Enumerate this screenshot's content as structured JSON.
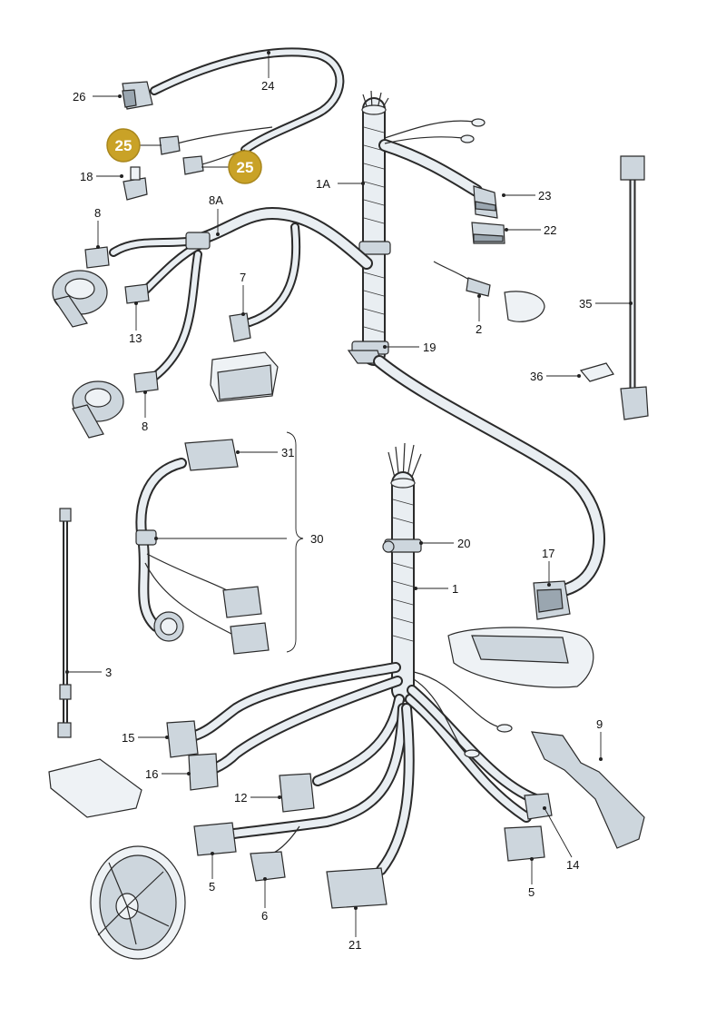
{
  "colors": {
    "highlight": "#c9a227",
    "line": "#2a2a2a",
    "part_fill": "#cdd6dd",
    "wire_fill": "#e9eef2"
  },
  "callouts": {
    "c26": "26",
    "c24": "24",
    "c25a": "25",
    "c25b": "25",
    "c18": "18",
    "c8a": "8A",
    "c1a": "1A",
    "c23": "23",
    "c22": "22",
    "c8top": "8",
    "c7": "7",
    "c13": "13",
    "c2": "2",
    "c35": "35",
    "c19": "19",
    "c36": "36",
    "c8bot": "8",
    "c31": "31",
    "c30": "30",
    "c20": "20",
    "c17": "17",
    "c1": "1",
    "c3": "3",
    "c9": "9",
    "c15": "15",
    "c16": "16",
    "c12": "12",
    "c14": "14",
    "c5l": "5",
    "c5r": "5",
    "c6": "6",
    "c21": "21"
  }
}
